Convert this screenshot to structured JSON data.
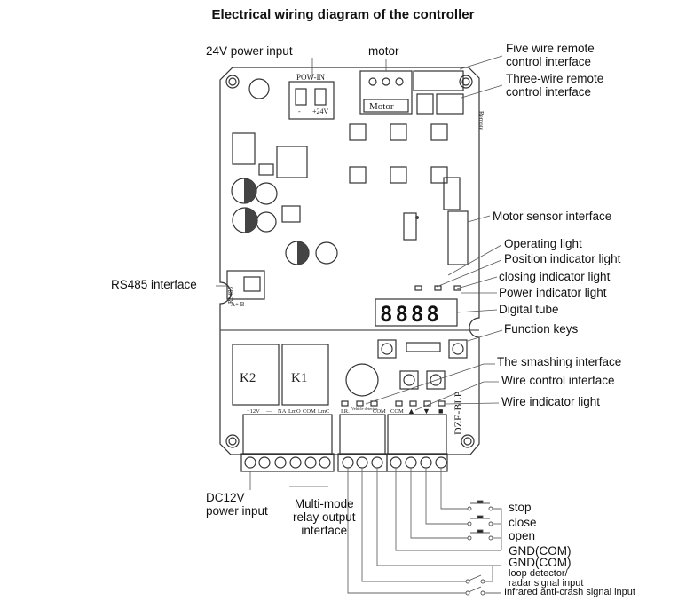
{
  "title": "Electrical wiring diagram of the controller",
  "labels": {
    "power_24v": "24V power input",
    "motor": "motor",
    "five_wire": [
      "Five wire remote",
      "control interface"
    ],
    "three_wire": [
      "Three-wire remote",
      "control interface"
    ],
    "motor_sensor": "Motor sensor interface",
    "operating_light": "Operating light",
    "position_light": "Position indicator light",
    "closing_light": "closing indicator light",
    "power_light": "Power indicator light",
    "digital_tube": "Digital tube",
    "function_keys": "Function keys",
    "smashing": "The smashing interface",
    "wire_control": "Wire control interface",
    "wire_light": "Wire indicator light",
    "rs485": "RS485 interface",
    "dc12v": [
      "DC12V",
      "power input"
    ],
    "relay": [
      "Multi-mode",
      "relay output",
      "interface"
    ]
  },
  "wiring": {
    "stop": "stop",
    "close": "close",
    "open": "open",
    "gnd1": "GND(COM)",
    "gnd2": "GND(COM)",
    "loop": [
      "loop detector/",
      "radar signal input"
    ],
    "infrared": "Infrared anti-crash signal input"
  },
  "board": {
    "pow_in": "POW-IN",
    "minus": "-",
    "plus24": "+24V",
    "motor": "Motor",
    "rs485": "RS485",
    "ab": "A+ B-",
    "k2": "K2",
    "k1": "K1",
    "display": "8888",
    "model": "DZE-BLP",
    "remote": "Remote",
    "terminals_relay": [
      "+12V",
      "—",
      "NA",
      "LmO",
      "COM",
      "LmC"
    ],
    "terminals_mid": [
      "I.R.",
      "Vehicle detector",
      "COM"
    ],
    "terminals_right": [
      "COM",
      "▲",
      "▼",
      "■"
    ]
  }
}
